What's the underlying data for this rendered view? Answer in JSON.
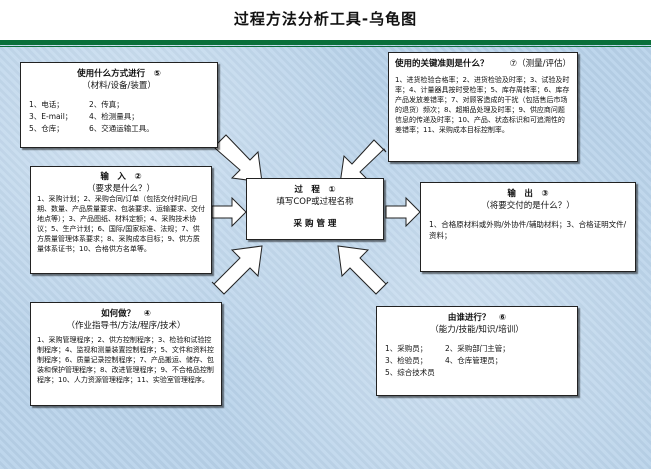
{
  "title": "过程方法分析工具-乌龟图",
  "boxes": {
    "how_many": {
      "header": "使用什么方式进行　⑤",
      "sub": "（材料/设备/装置）",
      "rows": [
        [
          "1、电话；",
          "2、传真；"
        ],
        [
          "3、E-mail；",
          "4、检测量具；"
        ],
        [
          "5、仓库；",
          "6、交通运输工具。"
        ]
      ]
    },
    "key_criteria": {
      "header": "使用的关键准则是什么？",
      "mark": "⑦（测量/评估）",
      "text": "1、进货检验合格率；2、进货检验及时率；3、试验及时率；4、计量器具按时受检率；5、库存周转率；6、库存产品发放差错率；7、对顾客造成的干扰（包括售后市场的退货）频次；8、超期品处理及时率；9、供应商问题信息的传递及时率；10、产品、状态标识和可追溯性的差错率；11、采购成本目标控制率。"
    },
    "input": {
      "header": "输　入　②",
      "sub": "（要求是什么？）",
      "text": "1、采购计划；2、采购合同/订单（包括交付时间/日期、数量、产品质量要求、包装要求、运输要求、交付地点等）；3、产品图纸、材料定额；4、采购技术协议；5、生产计划；6、国际/国家标准、法规；7、供方质量管理体系要求；8、采购成本目标；9、供方质量体系证书；10、合格供方名单等。"
    },
    "process": {
      "header": "过　程　①",
      "sub": "填写COP或过程名称",
      "name": "采 购 管 理"
    },
    "output": {
      "header": "输　出　③",
      "sub": "（将要交付的是什么？）",
      "text": "1、合格原材料或外购/外协件/辅助材料；3、合格证明文件/资料；"
    },
    "how": {
      "header": "如何做？　④",
      "sub": "（作业指导书/方法/程序/技术）",
      "text": "1、采购管理程序；2、供方控制程序；3、检验和试验控制程序；4、监视和测量装置控制程序；5、文件和资料控制程序；6、质量记录控制程序；7、产品搬运、储存、包装和保护管理程序；8、改进管理程序；9、不合格品控制程序；10、人力资源管理程序；11、实验室管理程序。"
    },
    "who": {
      "header": "由谁进行？　⑥",
      "sub": "（能力/技能/知识/培训）",
      "rows": [
        [
          "1、采购员；",
          "2、采购部门主管；"
        ],
        [
          "3、检验员；",
          "4、仓库管理员；"
        ],
        [
          "5、综合技术员",
          ""
        ]
      ]
    }
  }
}
